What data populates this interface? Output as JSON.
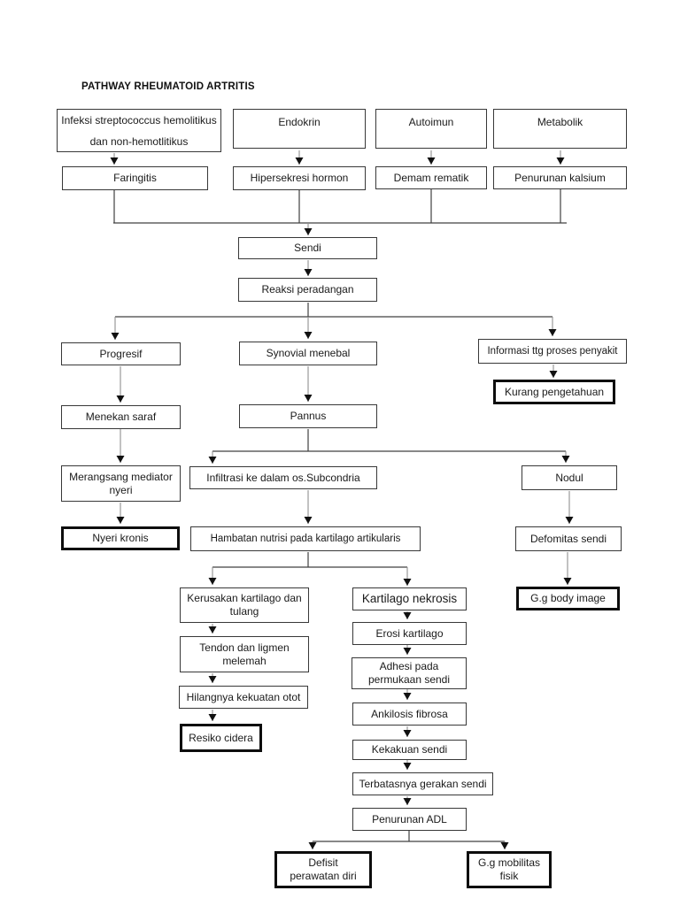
{
  "title": "PATHWAY RHEUMATOID ARTRITIS",
  "colors": {
    "background": "#ffffff",
    "box_border": "#383838",
    "diagnosis_box_border": "#0d0d0d",
    "connector_line": "#404040",
    "text": "#1a1a1a"
  },
  "nodes": {
    "infeksi": "Infeksi streptococcus hemolitikus\ndan non-hemotlitikus",
    "endokrin": "Endokrin",
    "autoimun": "Autoimun",
    "metabolik": "Metabolik",
    "faringitis": "Faringitis",
    "hipersekresi": "Hipersekresi hormon",
    "demam_rematik": "Demam rematik",
    "penurunan_kalsium": "Penurunan kalsium",
    "sendi": "Sendi",
    "reaksi_peradangan": "Reaksi peradangan",
    "progresif": "Progresif",
    "synovial_menebal": "Synovial menebal",
    "informasi": "Informasi ttg proses penyakit",
    "kurang_pengetahuan": "Kurang pengetahuan",
    "menekan_saraf": "Menekan saraf",
    "pannus": "Pannus",
    "merangsang_mediator": "Merangsang mediator\nnyeri",
    "infiltrasi": "Infiltrasi ke dalam os.Subcondria",
    "nodul": "Nodul",
    "nyeri_kronis": "Nyeri kronis",
    "hambatan_nutrisi": "Hambatan nutrisi pada kartilago artikularis",
    "defomitas_sendi": "Defomitas sendi",
    "kerusakan_kartilago": "Kerusakan kartilago dan\ntulang",
    "kartilago_nekrosis": "Kartilago nekrosis",
    "gg_body_image": "G.g body image",
    "erosi_kartilago": "Erosi kartilago",
    "tendon_ligmen": "Tendon dan ligmen\nmelemah",
    "adhesi": "Adhesi pada\npermukaan sendi",
    "hilangnya_kekuatan": "Hilangnya kekuatan otot",
    "ankilosis_fibrosa": "Ankilosis fibrosa",
    "resiko_cidera": "Resiko cidera",
    "kekakuan_sendi": "Kekakuan sendi",
    "terbatasnya_gerakan": "Terbatasnya gerakan sendi",
    "penurunan_adl": "Penurunan ADL",
    "defisit_perawatan": "Defisit\nperawatan diri",
    "gg_mobilitas": "G.g mobilitas\nfisik"
  }
}
